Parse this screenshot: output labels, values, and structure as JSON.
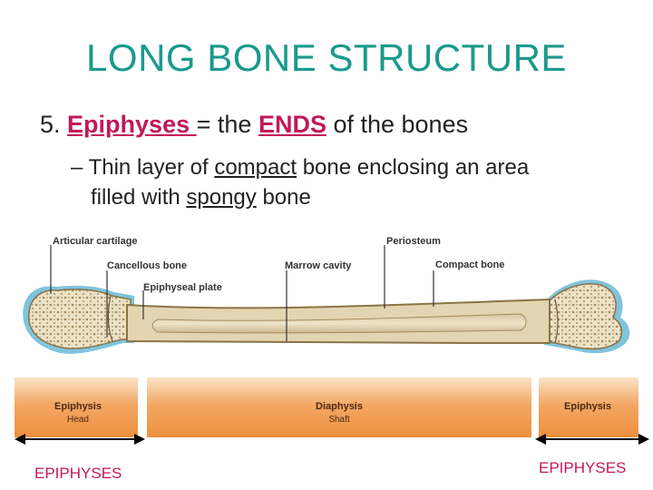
{
  "slide": {
    "title": "LONG BONE STRUCTURE",
    "point": {
      "number": "5.",
      "term": "Epiphyses ",
      "mid": "= the",
      "ends": "ENDS",
      "rest": "of the bones"
    },
    "sub": {
      "dash": "– Thin layer of",
      "compact": "compact",
      "mid": "bone enclosing an area",
      "line2_start": "filled with",
      "spongy": "spongy",
      "line2_end": "bone"
    }
  },
  "diagram": {
    "labels": {
      "articular_cartilage": "Articular cartilage",
      "cancellous_bone": "Cancellous bone",
      "epiphyseal_plate": "Epiphyseal plate",
      "marrow_cavity": "Marrow cavity",
      "periosteum": "Periosteum",
      "compact_bone": "Compact bone"
    },
    "bands": {
      "left_title": "Epiphysis",
      "left_sub": "Head",
      "mid_title": "Diaphysis",
      "mid_sub": "Shaft",
      "right_title": "Epiphysis"
    }
  },
  "annotations": {
    "left": "EPIPHYSES",
    "right": "EPIPHYSES"
  },
  "colors": {
    "title": "#1a9a8c",
    "highlight": "#c2185b",
    "cartilage": "#7fc4dd",
    "spongy": "#e8dcc0",
    "band": "#f2a25e"
  }
}
